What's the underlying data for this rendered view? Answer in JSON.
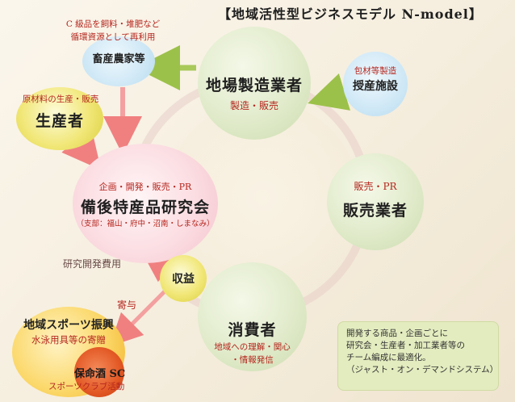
{
  "title": "【地域活性型ビジネスモデル N-model】",
  "nodes": {
    "manufacturer": {
      "name": "地場製造業者",
      "role": "製造・販売"
    },
    "sales": {
      "name": "販売業者",
      "role": "販売・PR"
    },
    "consumer": {
      "name": "消費者",
      "role_line1": "地域への理解・関心",
      "role_line2": "・情報発信"
    },
    "research": {
      "role": "企画・開発・販売・PR",
      "name": "備後特産品研究会",
      "branches": "（支部：福山・府中・沼南・しまなみ）"
    },
    "producer": {
      "role": "原材料の生産・販売",
      "name": "生産者"
    },
    "livestock": {
      "name": "畜産農家等",
      "note_line1": "C 級品を飼料・堆肥など",
      "note_line2": "循環資源として再利用"
    },
    "packaging": {
      "note": "包材等製造",
      "name": "授産施設"
    },
    "profit": {
      "name": "収益"
    },
    "sports": {
      "name": "地域スポーツ振興",
      "role": "水泳用具等の寄贈"
    },
    "club": {
      "name": "保命酒 SC",
      "role": "スポーツクラブ活動"
    }
  },
  "flows": {
    "rd_cost": "研究開発費用",
    "donation": "寄与"
  },
  "note_box": {
    "line1": "開発する商品・企画ごとに",
    "line2": "研究会・生産者・加工業者等の",
    "line3": "チーム編成に最適化。",
    "line4": "（ジャスト・オン・デマンドシステム）"
  }
}
